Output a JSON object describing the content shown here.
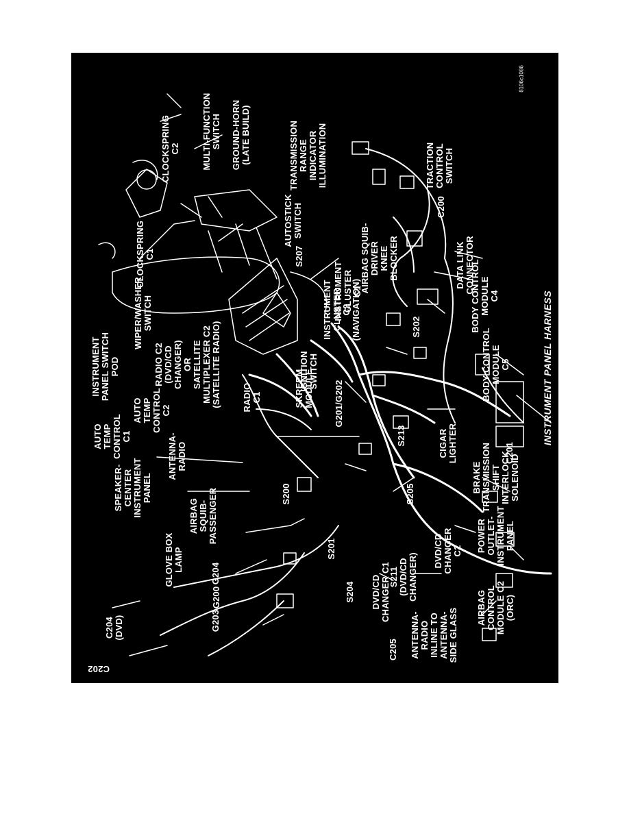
{
  "page": {
    "title": "INSTRUMENT PANEL HARNESS",
    "figure_id": "8106c1086"
  },
  "colors": {
    "background": "#000000",
    "foreground": "#ffffff",
    "page": "#ffffff"
  },
  "labels": {
    "c204": "C204\n(DVD)",
    "c202": "C202",
    "c205": "C205",
    "g203": "G203",
    "g200": "G200",
    "g204": "G204",
    "antenna_radio_inline": "ANTENNA-\nRADIO\nINLINE TO\nANTENNA-\nSIDE GLASS",
    "glove_box_lamp": "GLOVE BOX\nLAMP",
    "airbag_control_module": "AIRBAG\nCONTROL\nMODULE C2\n(ORC)",
    "airbag_squib_passenger": "AIRBAG\nSQUIB-\nPASSENGER",
    "s204": "S204",
    "s201": "S201",
    "dvd_cd_changer_c1": "DVD/CD\nCHANGER C1",
    "s211": "S211\n(DVD/CD\nCHANGER)",
    "dvd_cd_changer_c2": "DVD/CD\nCHANGER\nC2",
    "power_outlet": "POWER\nOUTLET-\nINSTRUMENT\nPANEL",
    "speaker_center": "SPEAKER-\nCENTER\nINSTRUMENT\nPANEL",
    "s200": "S200",
    "s205": "S205",
    "brake_shift_interlock": "BRAKE\nTRANSMISSION\nSHIFT\nINTERLOCK\nSOLENOID",
    "antenna_radio": "ANTENNA-\nRADIO",
    "cigar_lighter": "CIGAR\nLIGHTER",
    "auto_temp_c1": "AUTO\nTEMP\nCONTROL\nC1",
    "c201": "C201",
    "auto_temp_c2": "AUTO\nTEMP\nCONTROL\nC2",
    "s213": "S213",
    "instrument_panel_switch_pod": "INSTRUMENT\nPANEL SWITCH\nPOD",
    "radio_c1": "RADIO\nC1",
    "radio_c2_satellite": "RADIO C2\n(DVD/CD\nCHANGER)\nOR\nSATELLITE\nMULTIPLEXER C2\n(SATELLITE RADIO)",
    "skreem_module": "SKREEM\nMODULE",
    "ignition_switch": "IGNITION\nSWITCH",
    "g201_g202": "G201/G202",
    "body_control_c5": "BODY CONTROL\nMODULE\nC5",
    "body_control_c4": "BODY CONTROL\nMODULE\nC4",
    "s202": "S202",
    "wiper_washer": "WIPER/WASHER\nSWITCH",
    "instrument_cluster_c2": "INSTRUMENT\nCLUSTER\nC2\n(NAVIGATION)",
    "instrument_cluster_c1": "INSTRUMENT\nCLUSTER\nC1",
    "data_link": "DATA LINK\nCONNECTOR",
    "clockspring_c1": "CLOCKSPRING\nC1",
    "s207": "S207",
    "airbag_squib_driver": "AIRBAG SQUIB-\nDRIVER\nKNEE\nBLOCKER",
    "c200": "C200",
    "clockspring_c2": "CLOCKSPRING\nC2",
    "multi_function": "MULTI-FUNCTION\nSWITCH",
    "ground_horn": "GROUND-HORN\n(LATE BUILD)",
    "autostick": "AUTOSTICK\nSWITCH",
    "transmission_range": "TRANSMISSION\nRANGE\nINDICATOR\nILLUMINATION",
    "traction_control": "TRACTION\nCONTROL\nSWITCH"
  }
}
